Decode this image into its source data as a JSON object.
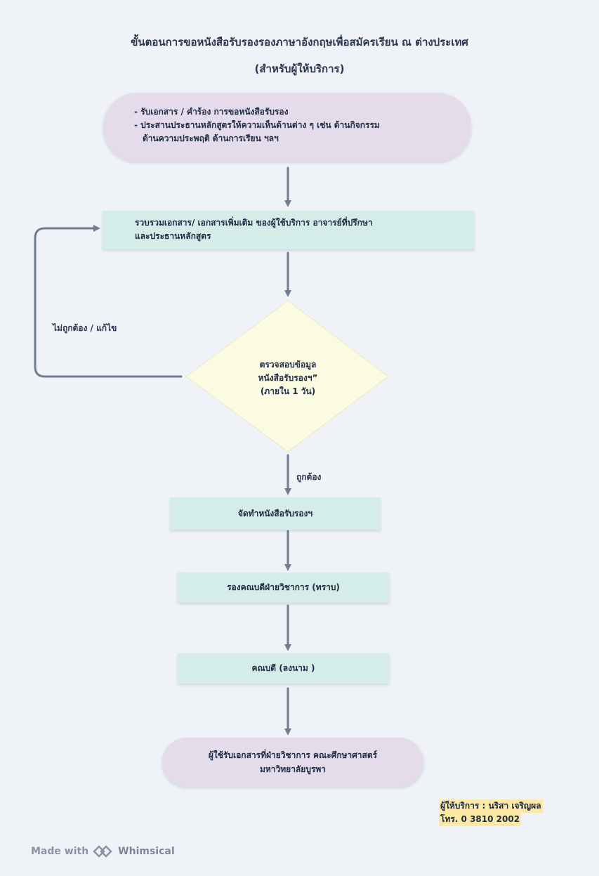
{
  "title": {
    "line1": "ขั้นตอนการขอหนังสือรับรองรองภาษาอังกฤษเพื่อสมัครเรียน ณ ต่างประเทศ",
    "line2": "(สำหรับผู้ให้บริการ)"
  },
  "nodes": {
    "start": {
      "line1": "- รับเอกสาร / คำร้อง การขอหนังสือรับรอง",
      "line2": "- ประสานประธานหลักสูตรให้ความเห็นด้านต่าง ๆ เช่น ด้านกิจกรรม",
      "line3": "ด้านความประพฤติ ด้านการเรียน ฯลฯ"
    },
    "collect": {
      "line1": "รวบรวมเอกสาร/ เอกสารเพิ่มเติม ของผู้ใช้บริการ อาจารย์ที่ปรึกษา",
      "line2": "และประธานหลักสูตร"
    },
    "check": {
      "line1": "ตรวจสอบข้อมูล",
      "line2": "หนังสือรับรองฯ”",
      "line3": "(ภายใน 1 วัน)"
    },
    "prepare": "จัดทำหนังสือรับรองฯ",
    "vice_dean": "รองคณบดีฝ่ายวิชาการ (ทราบ)",
    "dean": "คณบดี (ลงนาม )",
    "end": {
      "line1": "ผู้ใช้รับเอกสารที่ฝ่ายวิชาการ คณะศึกษาศาสตร์",
      "line2": "มหาวิทยาลัยบูรพา"
    }
  },
  "edges": {
    "no_label": "ไม่ถูกต้อง / แก้ไข",
    "yes_label": "ถูกต้อง"
  },
  "provider": {
    "line1": "ผู้ให้บริการ : นริสา เจริญผล",
    "line2": "โทร. 0 3810 2002"
  },
  "footer": {
    "made_with": "Made with",
    "brand": "Whimsical"
  },
  "colors": {
    "purple_node": "#e4dcea",
    "mint_node": "#d4ede8",
    "diamond": "#fbfbe2",
    "arrow": "#6f7d92",
    "highlight": "#fbe9a4"
  }
}
